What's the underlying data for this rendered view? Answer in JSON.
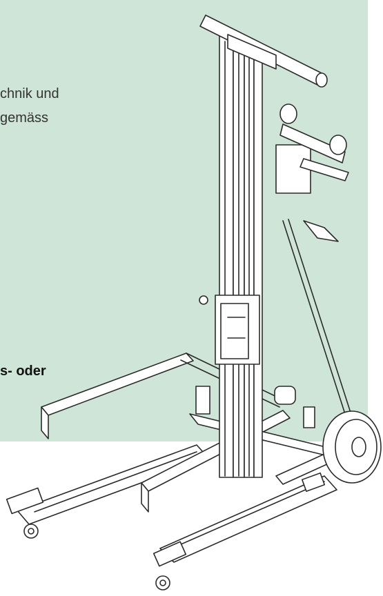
{
  "text_fragments": {
    "line1": "chnik und",
    "line2": "gemäss",
    "bold_line": "s- oder"
  },
  "colors": {
    "panel": "#cfe5d7",
    "background": "#ffffff",
    "drawing_stroke": "#2a2a2a"
  },
  "illustration": {
    "icon": "material-lift-icon"
  }
}
